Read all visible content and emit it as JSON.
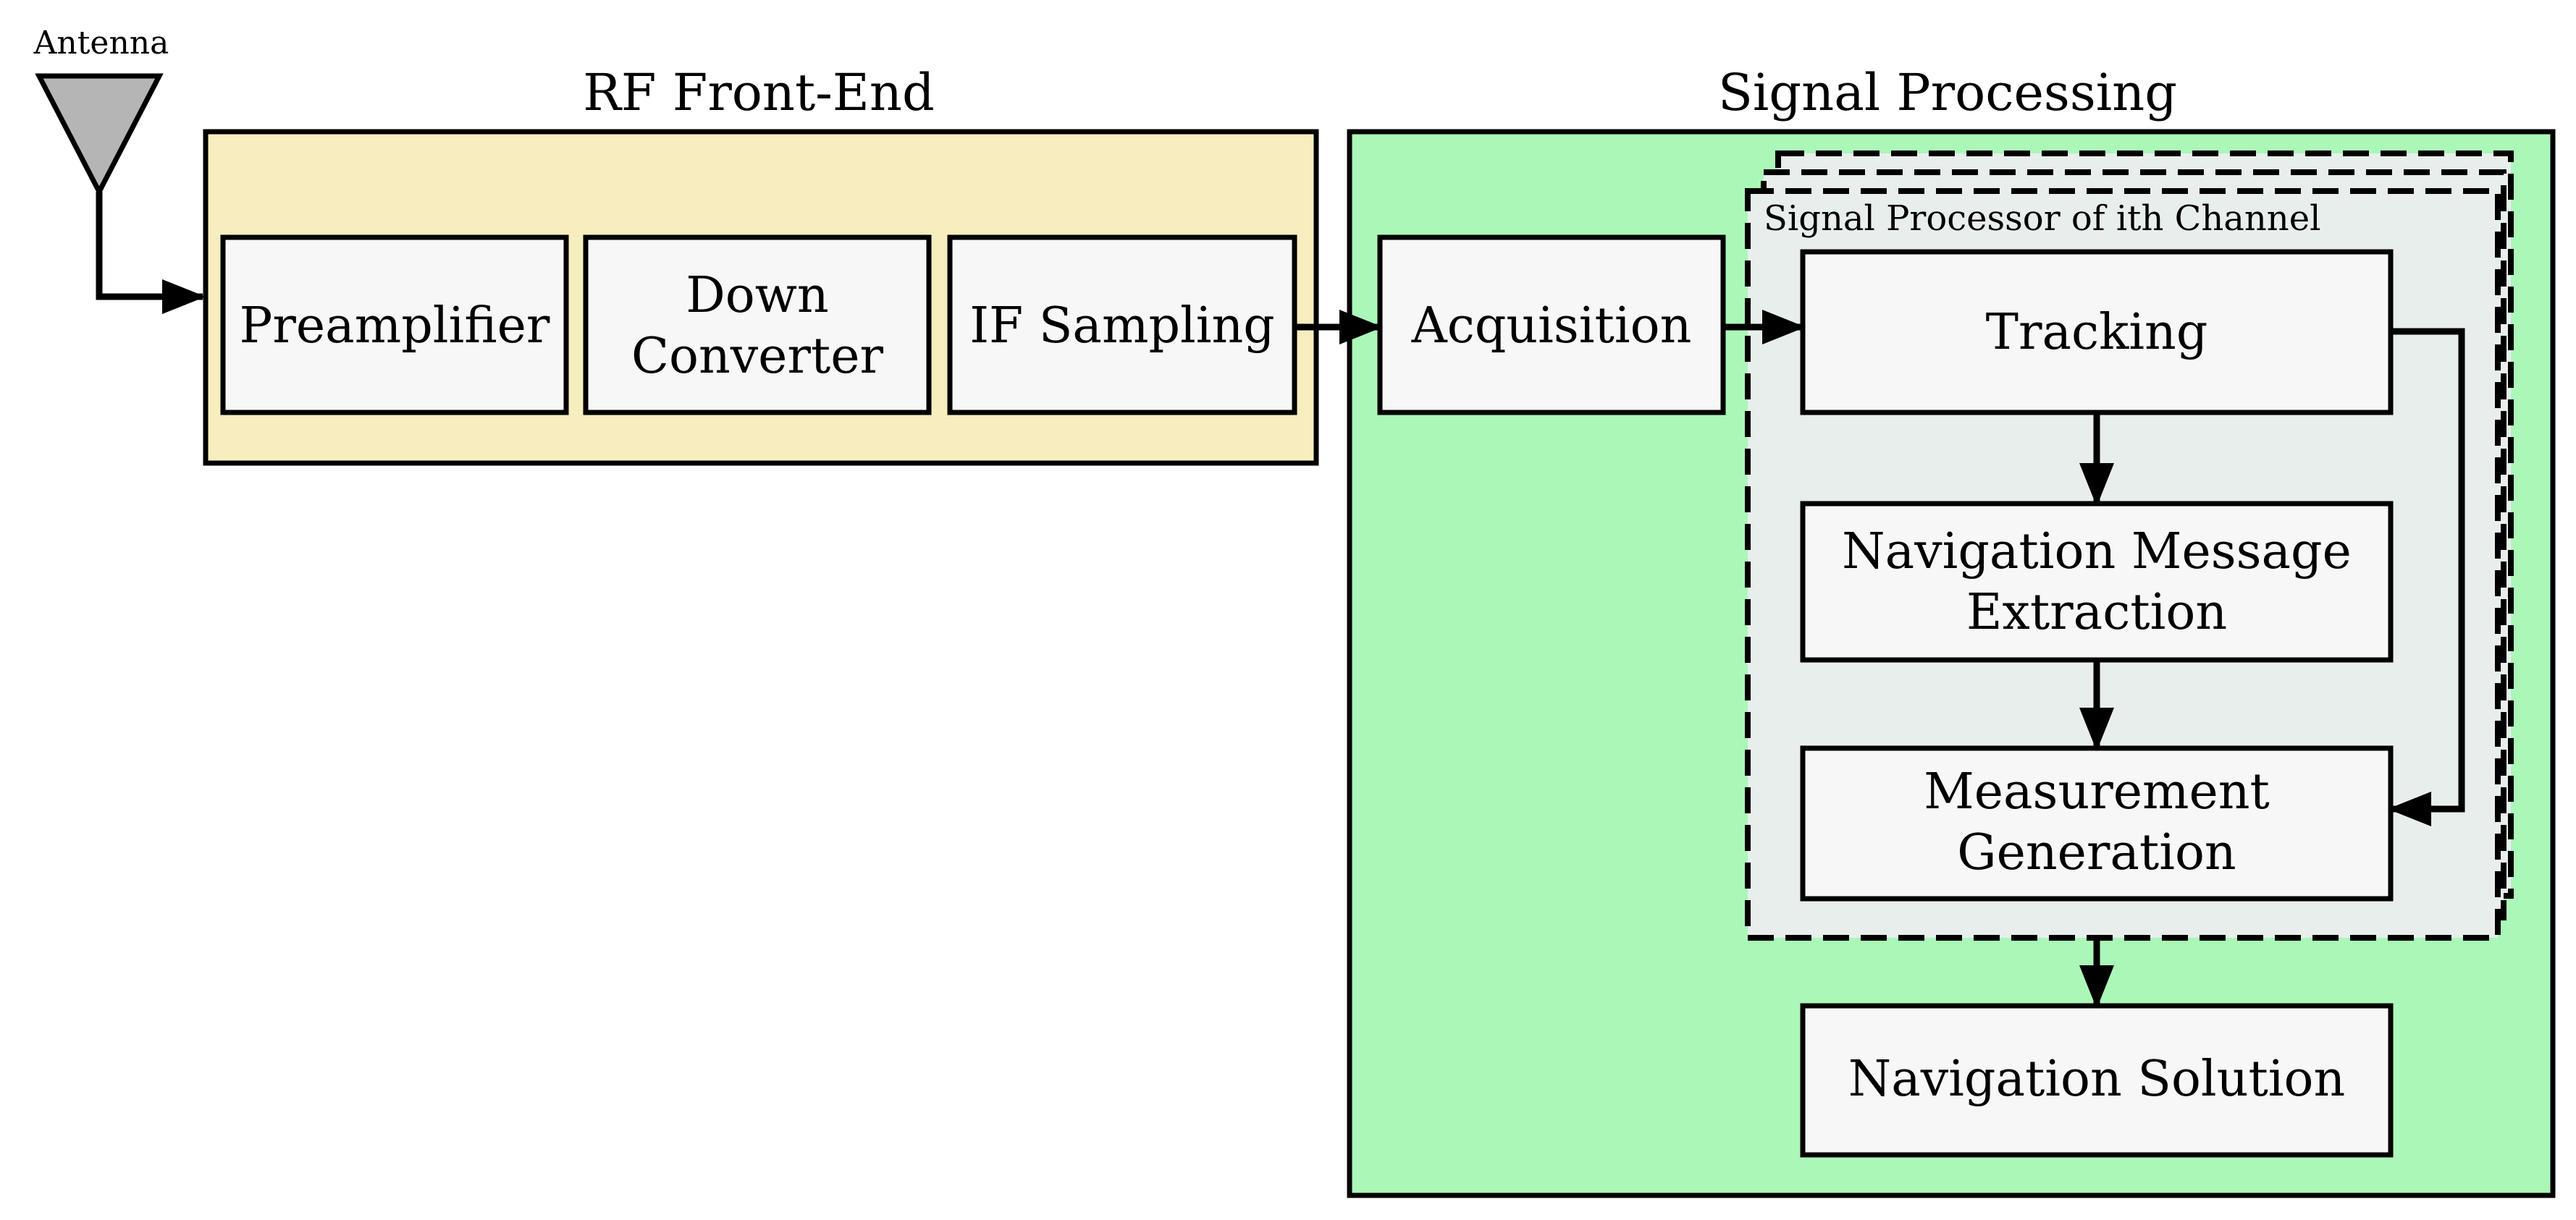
{
  "colors": {
    "rf_section_fill": "#f7edbe",
    "sp_section_fill": "#abf7b8",
    "channel_fill": "#e8eeec",
    "block_fill": "#f7f7f7",
    "antenna_fill": "#b5b5b5",
    "line": "#000000"
  },
  "antenna": {
    "label": "Antenna"
  },
  "rf_front_end": {
    "title": "RF Front-End",
    "blocks": {
      "preamplifier": "Preamplifier",
      "down_converter_line1": "Down",
      "down_converter_line2": "Converter",
      "if_sampling": "IF Sampling"
    }
  },
  "signal_processing": {
    "title": "Signal Processing",
    "acquisition": "Acquisition",
    "channel": {
      "label": "Signal Processor of ith Channel",
      "tracking": "Tracking",
      "nav_message_line1": "Navigation Message",
      "nav_message_line2": "Extraction",
      "measurement_line1": "Measurement",
      "measurement_line2": "Generation"
    },
    "navigation_solution": "Navigation Solution"
  }
}
